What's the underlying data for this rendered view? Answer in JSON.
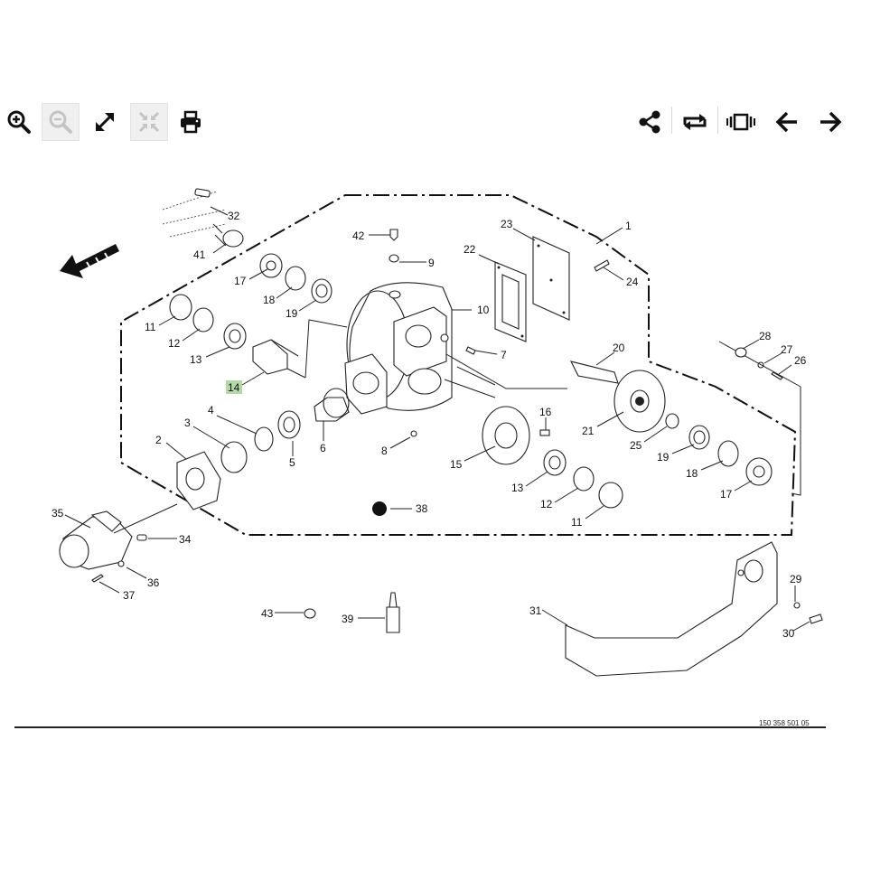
{
  "toolbar": {
    "left": [
      {
        "id": "zoom-in",
        "icon": "zoom-in-icon",
        "enabled": true
      },
      {
        "id": "zoom-out",
        "icon": "zoom-out-icon",
        "enabled": false
      },
      {
        "id": "expand",
        "icon": "expand-icon",
        "enabled": true
      },
      {
        "id": "fit",
        "icon": "fit-screen-icon",
        "enabled": false
      },
      {
        "id": "print",
        "icon": "printer-icon",
        "enabled": true
      }
    ],
    "right": [
      {
        "id": "share",
        "icon": "share-icon"
      },
      {
        "id": "rotate",
        "icon": "rotate-icon"
      },
      {
        "id": "slideshow",
        "icon": "carousel-icon"
      },
      {
        "id": "previous",
        "icon": "arrow-left-icon"
      },
      {
        "id": "next",
        "icon": "arrow-right-icon"
      }
    ]
  },
  "diagram": {
    "drawing_number": "150 358 501 05",
    "highlighted_label": "14",
    "labels": [
      "1",
      "2",
      "3",
      "4",
      "5",
      "6",
      "7",
      "8",
      "9",
      "10",
      "11",
      "12",
      "13",
      "14",
      "15",
      "16",
      "17",
      "18",
      "19",
      "20",
      "21",
      "22",
      "23",
      "24",
      "25",
      "26",
      "27",
      "28",
      "29",
      "30",
      "31",
      "32",
      "34",
      "35",
      "36",
      "37",
      "38",
      "39",
      "41",
      "42",
      "43"
    ],
    "label_instances": [
      "32",
      "41",
      "17",
      "18",
      "19",
      "11",
      "12",
      "13",
      "14",
      "42",
      "9",
      "22",
      "23",
      "1",
      "24",
      "10",
      "7",
      "20",
      "28",
      "27",
      "26",
      "21",
      "25",
      "19",
      "18",
      "17",
      "4",
      "3",
      "2",
      "5",
      "6",
      "8",
      "16",
      "15",
      "13",
      "12",
      "11",
      "38",
      "35",
      "34",
      "36",
      "37",
      "43",
      "39",
      "31",
      "29",
      "30"
    ]
  }
}
